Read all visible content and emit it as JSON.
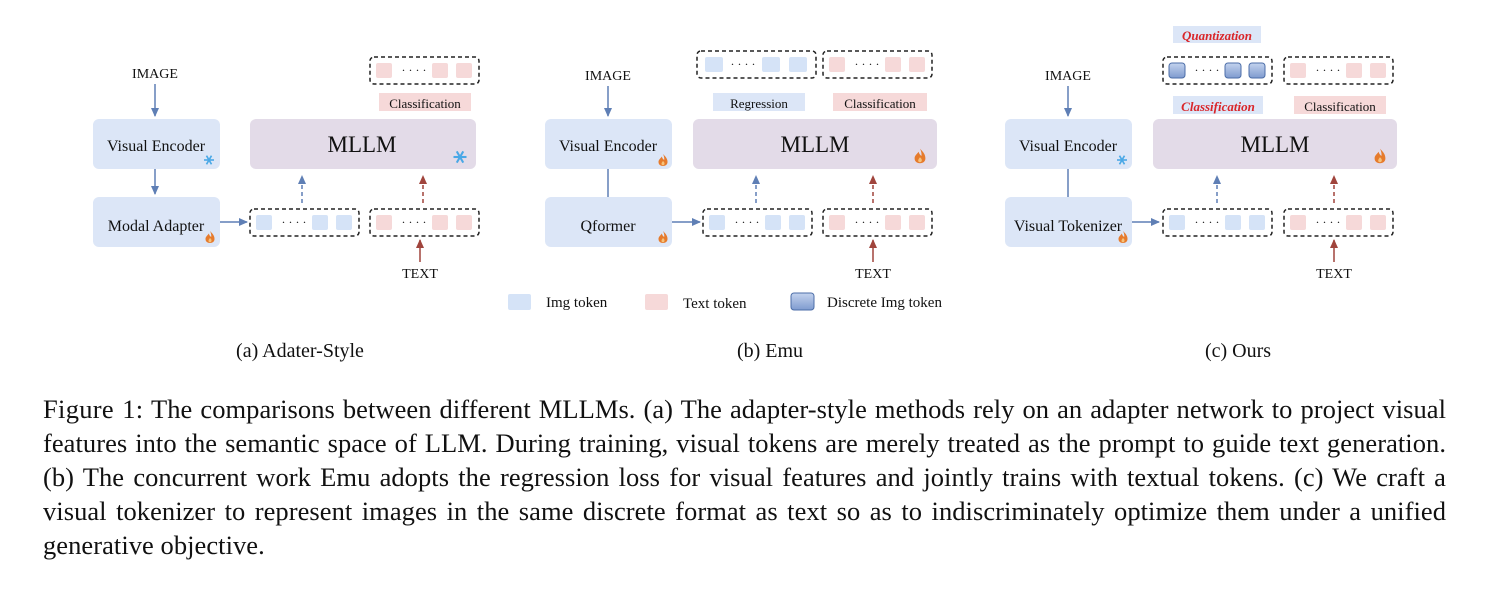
{
  "panels": [
    {
      "label": "(a) Adater-Style",
      "image": "IMAGE",
      "text": "TEXT",
      "encoder": "Visual Encoder",
      "adapter": "Modal Adapter",
      "mllm": "MLLM",
      "top_outputs": [
        "Classification"
      ]
    },
    {
      "label": "(b) Emu",
      "image": "IMAGE",
      "text": "TEXT",
      "encoder": "Visual Encoder",
      "adapter": "Qformer",
      "mllm": "MLLM",
      "top_outputs": [
        "Regression",
        "Classification"
      ]
    },
    {
      "label": "(c) Ours",
      "image": "IMAGE",
      "text": "TEXT",
      "encoder": "Visual Encoder",
      "adapter": "Visual Tokenizer",
      "mllm": "MLLM",
      "quantization": "Quantization",
      "top_outputs": [
        "Classification",
        "Classification"
      ]
    }
  ],
  "token_dots": "· · · ·",
  "legend": {
    "img": "Img token",
    "text": "Text token",
    "discrete": "Discrete Img token"
  },
  "caption": {
    "lead": "Figure 1:",
    "body": "The comparisons between different MLLMs. (a) The adapter-style methods rely on an adapter network to project visual features into the semantic space of LLM. During training, visual tokens are merely treated as the prompt to guide text generation. (b) The concurrent work Emu adopts the regression loss for visual features and jointly trains with textual tokens. (c) We craft a visual tokenizer to represent images in the same discrete format as text so as to indiscriminately optimize them under a unified generative objective."
  },
  "colors": {
    "box_blue": "#dce6f7",
    "mllm_purple": "#e3dbe8",
    "img_token": "#d5e3f7",
    "text_token": "#f6d9d9",
    "discrete_token": "#9db3dc",
    "label_red": "#d9262a",
    "arrow_blue": "#5f7fb5",
    "arrow_red": "#a0443c",
    "snow": "#4aa8e6",
    "flame": "#e67b2c"
  },
  "icons": {
    "frozen": "snowflake-icon",
    "trainable": "flame-icon"
  }
}
